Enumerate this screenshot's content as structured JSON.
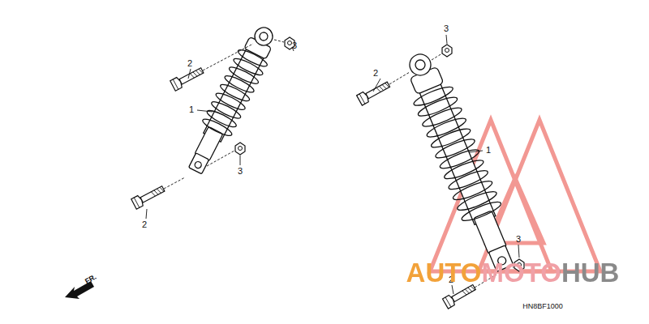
{
  "diagram": {
    "labels": [
      "2",
      "3",
      "1",
      "3",
      "2",
      "3",
      "2",
      "1",
      "3",
      "2",
      "FR.",
      "AUTOMOTOHUB",
      "HN8BF1000"
    ]
  }
}
